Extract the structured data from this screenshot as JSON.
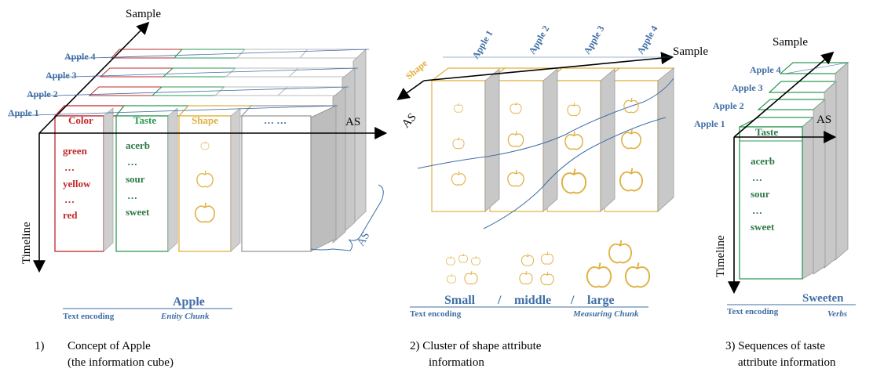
{
  "colors": {
    "red": "#c0282b",
    "green": "#2e9a54",
    "gold": "#e0b040",
    "blue": "#3f6ea6",
    "grey": "#c8c8c8"
  },
  "panel1": {
    "axis_sample": "Sample",
    "axis_as": "AS",
    "axis_timeline": "Timeline",
    "brace_as": "AS",
    "apples": [
      "Apple 1",
      "Apple 2",
      "Apple 3",
      "Apple 4"
    ],
    "attrs": [
      "Color",
      "Taste",
      "Shape",
      "… …"
    ],
    "color_values": [
      "green",
      "…",
      "yellow",
      "…",
      "red"
    ],
    "taste_values": [
      "acerb",
      "…",
      "sour",
      "…",
      "sweet"
    ],
    "caption_word": "Apple",
    "caption_left": "Text encoding",
    "caption_right": "Entity Chunk",
    "caption_num": "1)",
    "caption_line1": "Concept of Apple",
    "caption_line2": "(the information cube)"
  },
  "panel2": {
    "axis_sample": "Sample",
    "axis_as": "AS",
    "shape_label": "Shape",
    "apples": [
      "Apple 1",
      "Apple 2",
      "Apple 3",
      "Apple 4"
    ],
    "caption_small": "Small",
    "caption_sep1": "/",
    "caption_middle": "middle",
    "caption_sep2": "/",
    "caption_large": "large",
    "caption_left": "Text encoding",
    "caption_right": "Measuring Chunk",
    "caption_line1": "2) Cluster of shape attribute",
    "caption_line2": "information"
  },
  "panel3": {
    "axis_sample": "Sample",
    "axis_as": "AS",
    "axis_timeline": "Timeline",
    "apples": [
      "Apple 1",
      "Apple 2",
      "Apple 3",
      "Apple 4"
    ],
    "taste_label": "Taste",
    "taste_values": [
      "acerb",
      "…",
      "sour",
      "…",
      "sweet"
    ],
    "caption_word": "Sweeten",
    "caption_left": "Text encoding",
    "caption_right": "Verbs",
    "caption_line1": "3) Sequences of taste",
    "caption_line2": "attribute information"
  }
}
